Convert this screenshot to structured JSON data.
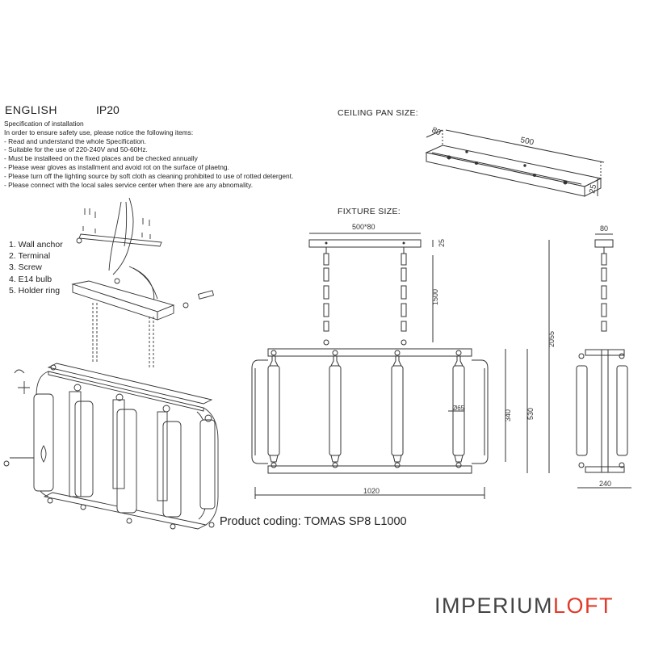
{
  "header": {
    "language": "ENGLISH",
    "ip_rating": "IP20"
  },
  "instructions": {
    "title": "Specification of installation",
    "intro": "In order to ensure safety use, please notice the following items:",
    "items": [
      "- Read and understand the whole Specification.",
      "- Suitable for the use of 220-240V and 50-60Hz.",
      "- Must be installeed on the fixed places and be checked annually",
      "- Please wear gloves as installment and avoid rot on the surface of plaetng.",
      "- Please turn off the lighting source by soft cloth as cleaning prohibited to use of rotted detergent.",
      "- Please connect with the local sales service center when there are any abnomality."
    ]
  },
  "parts_list": [
    "1. Wall anchor",
    "2. Terminal",
    "3. Screw",
    "4. E14 bulb",
    "5. Holder ring"
  ],
  "ceiling_pan": {
    "label": "CEILING PAN  SIZE:",
    "width": "80",
    "length": "500",
    "height": "25"
  },
  "fixture": {
    "label": "FIXTURE SIZE:",
    "pan_size": "500*80",
    "pan_height": "25",
    "chain": "1500",
    "total_height": "2055",
    "body_height": "530",
    "shade_height": "340",
    "shade_dia": "Ø65",
    "total_width": "1020",
    "side_pan_width": "80",
    "side_width": "240"
  },
  "product_coding": "Product coding: TOMAS SP8 L1000",
  "logo": {
    "part1": "IMPERIUM",
    "part2": "LOFT",
    "accent_color": "#e23a2a"
  }
}
